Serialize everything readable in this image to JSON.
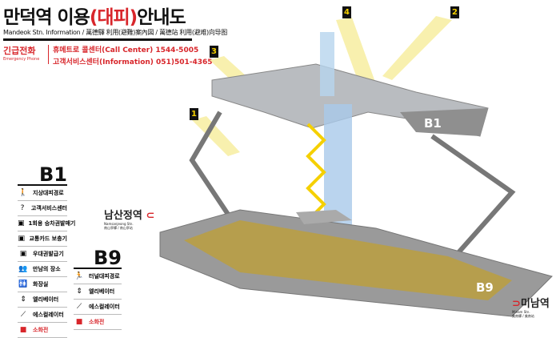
{
  "header": {
    "title_pre": "만덕역 이용",
    "title_red": "(대피)",
    "title_post": "안내도",
    "subtitle": "Mandeok Stn. Information / 萬德驛 利用(避難)案內図 / 萬德站 利用(避难)向导图",
    "emergency_label": "긴급전화",
    "emergency_label_en": "Emergency Phone",
    "call_center": "휴메트로 콜센터(Call Center) 1544-5005",
    "information": "고객서비스센터(Information) 051)501-4365"
  },
  "colors": {
    "accent_red": "#d8262b",
    "exit_yellow": "#f5d000",
    "floor_gray": "#8f8f8f",
    "platform_yellow": "#c9a21a"
  },
  "map": {
    "levels": [
      "B1",
      "B9"
    ],
    "exits": [
      "1",
      "2",
      "3",
      "4"
    ],
    "stations": {
      "left": {
        "name": "남산정역",
        "en": "Namsanjeong Stn.",
        "sub": "南山亭驛 / 南山亭站"
      },
      "right": {
        "name": "미남역",
        "en": "Minam Stn.",
        "sub": "美南驛 / 美南站"
      }
    }
  },
  "legend": {
    "b1": {
      "title": "B1",
      "items": [
        {
          "icon": "ground-evacuation-route-icon",
          "label": "지상대피경로"
        },
        {
          "icon": "customer-service-icon",
          "label": "고객서비스센터"
        },
        {
          "icon": "ticket-machine-icon",
          "label": "1회용 승차권발매기"
        },
        {
          "icon": "card-recharge-icon",
          "label": "교통카드 보충기"
        },
        {
          "icon": "senior-ticket-icon",
          "label": "우대권발급기"
        },
        {
          "icon": "meeting-place-icon",
          "label": "만남의 장소"
        },
        {
          "icon": "toilet-icon",
          "label": "화장실"
        },
        {
          "icon": "elevator-icon",
          "label": "엘리베이터"
        },
        {
          "icon": "escalator-icon",
          "label": "에스컬레이터"
        },
        {
          "icon": "fire-hydrant-icon",
          "label": "소화전"
        }
      ]
    },
    "b9": {
      "title": "B9",
      "items": [
        {
          "icon": "tunnel-evacuation-route-icon",
          "label": "터널대피경로"
        },
        {
          "icon": "elevator-icon",
          "label": "엘리베이터"
        },
        {
          "icon": "escalator-icon",
          "label": "에스컬레이터"
        },
        {
          "icon": "fire-hydrant-icon",
          "label": "소화전"
        }
      ]
    }
  }
}
